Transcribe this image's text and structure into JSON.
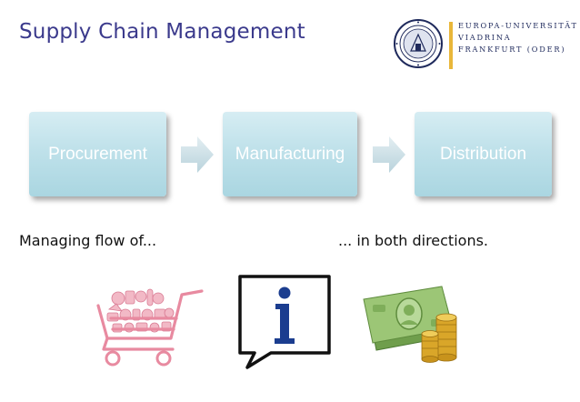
{
  "header": {
    "title": "Supply Chain Management"
  },
  "logo": {
    "lines": [
      "EUROPA-UNIVERSITÄT",
      "VIADRINA",
      "FRANKFURT (ODER)"
    ],
    "accent_color": "#e9b73a",
    "text_color": "#1f2a5c"
  },
  "process": {
    "steps": [
      {
        "label": "Procurement"
      },
      {
        "label": "Manufacturing"
      },
      {
        "label": "Distribution"
      }
    ],
    "box_color": "#bfe1ea",
    "arrow_color": "#c7dde5"
  },
  "captions": {
    "left": "Managing flow of...",
    "right": "... in both directions."
  },
  "icons": {
    "goods": "shopping-cart-icon",
    "information": "information-icon",
    "finance": "money-icon",
    "info_glyph": "i"
  },
  "colors": {
    "title": "#3b3a8c",
    "cart": "#e88aa0",
    "info_icon": "#1b3d8f",
    "money": "#7fae5a",
    "coins": "#d9a629"
  }
}
